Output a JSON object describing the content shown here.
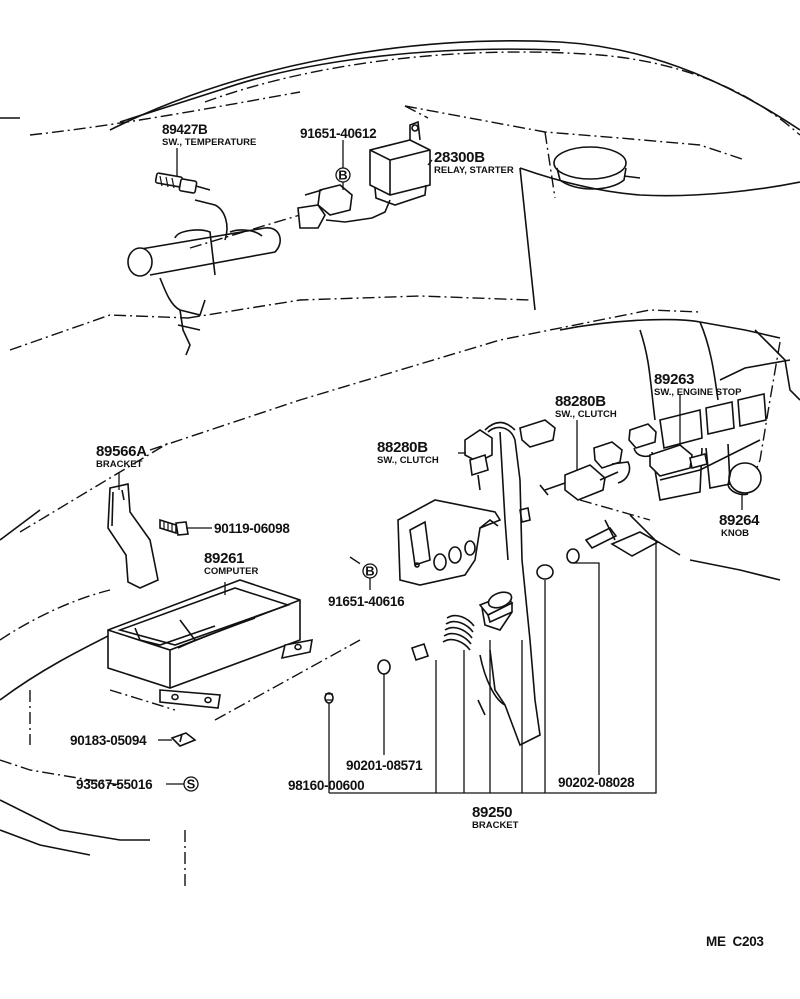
{
  "parts": {
    "p89427b": {
      "number": "89427B",
      "name": "SW., TEMPERATURE"
    },
    "p91651_40612": {
      "number": "91651-40612",
      "ref": "B"
    },
    "p28300b": {
      "number": "28300B",
      "name": "RELAY, STARTER"
    },
    "p89566a": {
      "number": "89566A",
      "name": "BRACKET"
    },
    "p90119": {
      "number": "90119-06098"
    },
    "p89261": {
      "number": "89261",
      "name": "COMPUTER"
    },
    "p91651_40616": {
      "number": "91651-40616",
      "ref": "B"
    },
    "p88280b_left": {
      "number": "88280B",
      "name": "SW., CLUTCH"
    },
    "p88280b_right": {
      "number": "88280B",
      "name": "SW., CLUTCH"
    },
    "p89263": {
      "number": "89263",
      "name": "SW., ENGINE STOP"
    },
    "p89264": {
      "number": "89264",
      "name": "KNOB"
    },
    "p90183": {
      "number": "90183-05094"
    },
    "p93567": {
      "number": "93567-55016",
      "ref": "S"
    },
    "p90201": {
      "number": "90201-08571"
    },
    "p98160": {
      "number": "98160-00600"
    },
    "p90202": {
      "number": "90202-08028"
    },
    "p89250": {
      "number": "89250",
      "name": "BRACKET"
    }
  },
  "diagram_code": "ME  C203"
}
